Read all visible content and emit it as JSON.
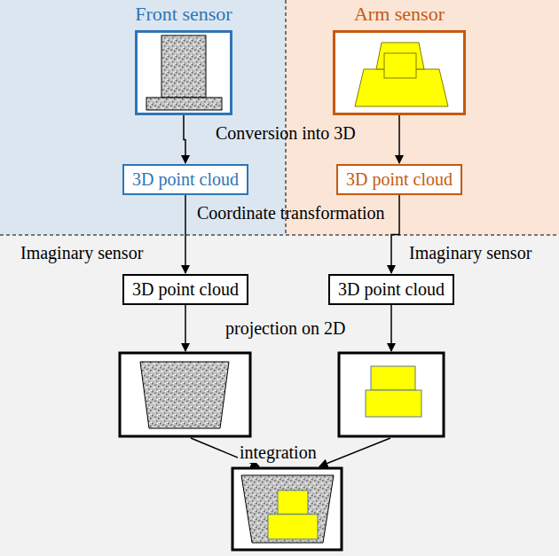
{
  "diagram": {
    "nodes": [
      {
        "text": [
          "Front sensor"
        ]
      },
      {
        "text": [
          "Arm sensor"
        ]
      },
      {
        "text": [
          "3D point cloud"
        ]
      },
      {
        "text": [
          "3D point cloud"
        ]
      },
      {
        "text": [
          "3D point cloud"
        ]
      },
      {
        "text": [
          "3D point cloud"
        ]
      }
    ],
    "edges": [
      {
        "from": 0,
        "to": 2,
        "arrow": "to"
      },
      {
        "from": 1,
        "to": 3,
        "arrow": "to"
      },
      {
        "from": 2,
        "to": 4,
        "arrow": "to"
      },
      {
        "from": 3,
        "to": 5,
        "arrow": "to"
      }
    ],
    "labels": [
      "Conversion into 3D",
      "Coordinate transformation",
      "Imaginary sensor",
      "Imaginary sensor",
      "projection on 2D",
      "integration"
    ]
  }
}
